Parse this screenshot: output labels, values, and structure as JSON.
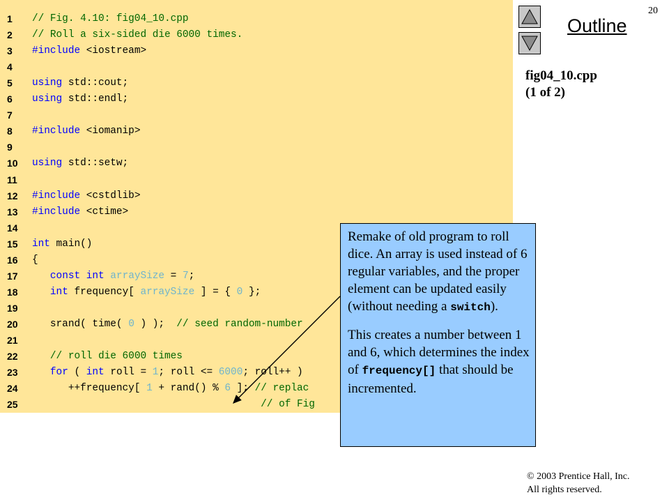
{
  "slide": {
    "page_number": "20",
    "outline_title": "Outline",
    "file_label_line1": "fig04_10.cpp",
    "file_label_line2": "(1 of 2)",
    "copyright_line1": "© 2003 Prentice Hall, Inc.",
    "copyright_line2": "All rights reserved."
  },
  "code": {
    "line_numbers": [
      "1",
      "2",
      "3",
      "4",
      "5",
      "6",
      "7",
      "8",
      "9",
      "10",
      "11",
      "12",
      "13",
      "14",
      "15",
      "16",
      "17",
      "18",
      "19",
      "20",
      "21",
      "22",
      "23",
      "24",
      "25"
    ],
    "segments": [
      [
        [
          "cm",
          "// Fig. 4.10: fig04_10.cpp"
        ]
      ],
      [
        [
          "cm",
          "// Roll a six-sided die 6000 times."
        ]
      ],
      [
        [
          "kw",
          "#include"
        ],
        [
          "pp",
          " <iostream>"
        ]
      ],
      [],
      [
        [
          "kw",
          "using"
        ],
        [
          "tx",
          " std::cout;"
        ]
      ],
      [
        [
          "kw",
          "using"
        ],
        [
          "tx",
          " std::endl;"
        ]
      ],
      [],
      [
        [
          "kw",
          "#include"
        ],
        [
          "pp",
          " <iomanip>"
        ]
      ],
      [],
      [
        [
          "kw",
          "using"
        ],
        [
          "tx",
          " std::setw;"
        ]
      ],
      [],
      [
        [
          "kw",
          "#include"
        ],
        [
          "pp",
          " <cstdlib>"
        ]
      ],
      [
        [
          "kw",
          "#include"
        ],
        [
          "pp",
          " <ctime>"
        ]
      ],
      [],
      [
        [
          "kw",
          "int"
        ],
        [
          "tx",
          " main()"
        ]
      ],
      [
        [
          "tx",
          "{"
        ]
      ],
      [
        [
          "tx",
          "   "
        ],
        [
          "kw",
          "const int"
        ],
        [
          "tx",
          " "
        ],
        [
          "nm",
          "arraySize"
        ],
        [
          "tx",
          " = "
        ],
        [
          "nm",
          "7"
        ],
        [
          "tx",
          ";"
        ]
      ],
      [
        [
          "tx",
          "   "
        ],
        [
          "kw",
          "int"
        ],
        [
          "tx",
          " frequency[ "
        ],
        [
          "nm",
          "arraySize"
        ],
        [
          "tx",
          " ] = { "
        ],
        [
          "nm",
          "0"
        ],
        [
          "tx",
          " };"
        ]
      ],
      [],
      [
        [
          "tx",
          "   srand( time( "
        ],
        [
          "nm",
          "0"
        ],
        [
          "tx",
          " ) );  "
        ],
        [
          "cm",
          "// seed random-number"
        ]
      ],
      [],
      [
        [
          "tx",
          "   "
        ],
        [
          "cm",
          "// roll die 6000 times"
        ]
      ],
      [
        [
          "tx",
          "   "
        ],
        [
          "kw",
          "for"
        ],
        [
          "tx",
          " ( "
        ],
        [
          "kw",
          "int"
        ],
        [
          "tx",
          " roll = "
        ],
        [
          "nm",
          "1"
        ],
        [
          "tx",
          "; roll <= "
        ],
        [
          "nm",
          "6000"
        ],
        [
          "tx",
          "; roll++ )"
        ]
      ],
      [
        [
          "tx",
          "      ++frequency[ "
        ],
        [
          "nm",
          "1"
        ],
        [
          "tx",
          " + rand() % "
        ],
        [
          "nm",
          "6"
        ],
        [
          "tx",
          " ]; "
        ],
        [
          "cm",
          "// replac"
        ]
      ],
      [
        [
          "tx",
          "                                      "
        ],
        [
          "cm",
          "// of Fig"
        ]
      ]
    ]
  },
  "callout": {
    "p1_text": "Remake of old program to roll dice. An array is used instead of 6 regular variables, and the proper element can be updated easily (without needing a ",
    "p1_code": "switch",
    "p1_end": ").",
    "p2_text": "This creates a number between 1 and 6, which determines the index of ",
    "p2_code": "frequency[]",
    "p2_end": " that should be incremented."
  },
  "nav": {
    "up_icon": "triangle-up-icon",
    "down_icon": "triangle-down-icon"
  }
}
